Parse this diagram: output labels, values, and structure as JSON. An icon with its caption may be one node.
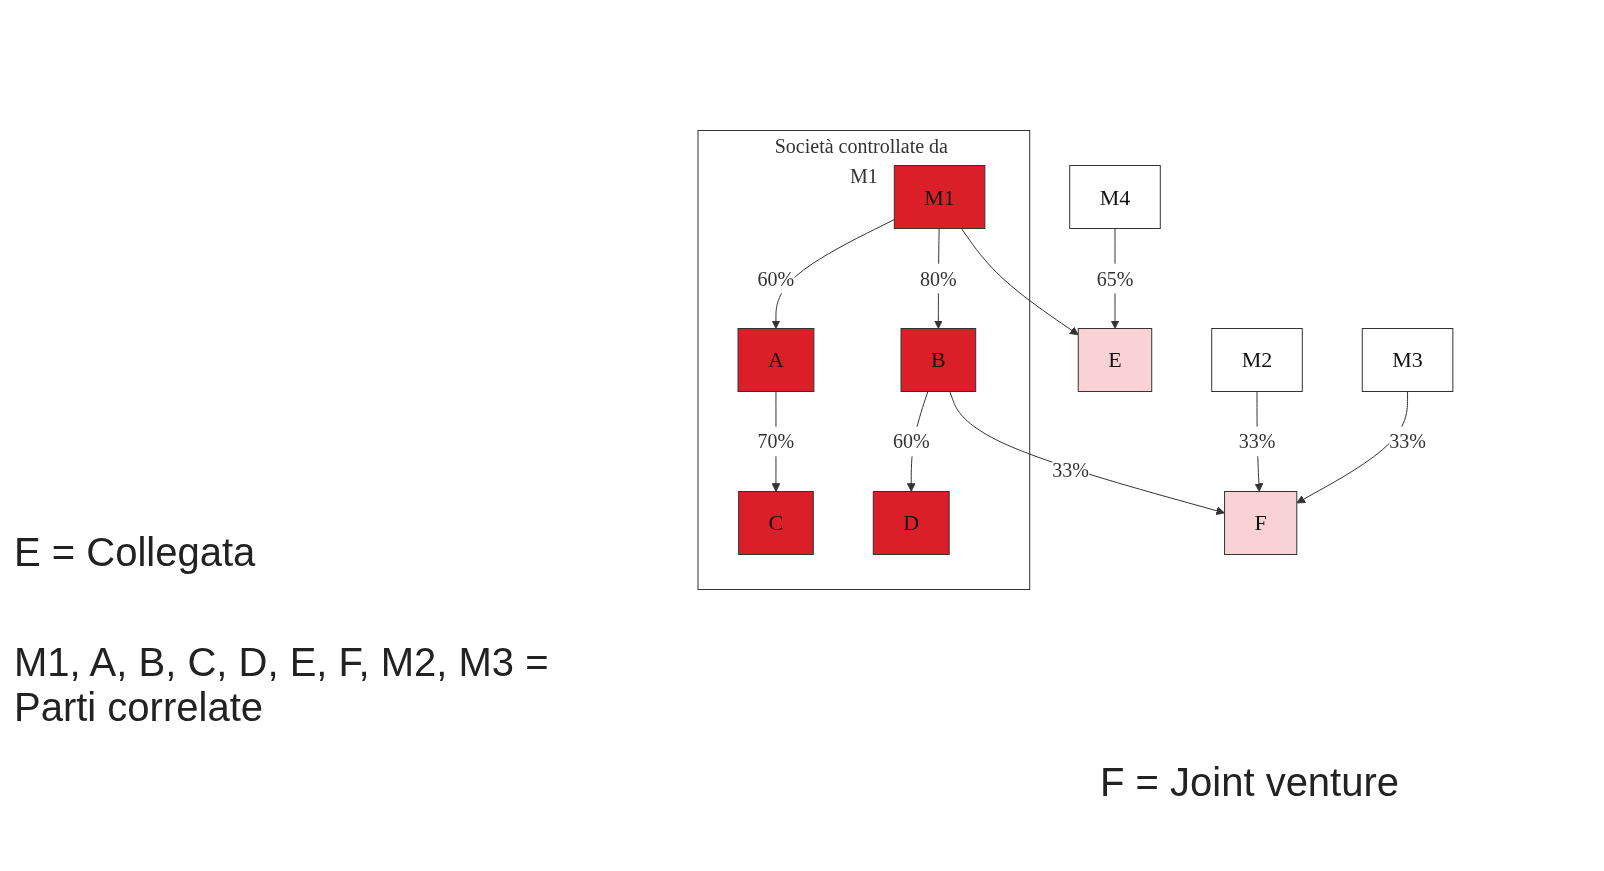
{
  "diagram": {
    "nodes": [
      {
        "text": [
          "Società controllate da M1"
        ]
      },
      {
        "text": [
          "M4"
        ]
      },
      {
        "text": [
          "M1"
        ],
        "in": 0
      },
      {
        "text": [
          "M2"
        ]
      },
      {
        "text": [
          "M3"
        ]
      },
      {
        "text": [
          "E"
        ]
      },
      {
        "text": [
          "A"
        ],
        "in": 0
      },
      {
        "text": [
          "B"
        ],
        "in": 0
      },
      {
        "text": [
          "F"
        ]
      },
      {
        "text": [
          "C"
        ],
        "in": 0
      },
      {
        "text": [
          "D"
        ],
        "in": 0
      }
    ],
    "edges": [
      {
        "from": 1,
        "to": 5,
        "arrow": "to",
        "label": "65%"
      },
      {
        "from": 2,
        "to": 5,
        "arrow": "to"
      },
      {
        "from": 2,
        "to": 6,
        "arrow": "to",
        "label": "60%"
      },
      {
        "from": 2,
        "to": 7,
        "arrow": "to",
        "label": "80%"
      },
      {
        "from": 3,
        "to": 8,
        "arrow": "to",
        "label": "33%"
      },
      {
        "from": 4,
        "to": 8,
        "arrow": "to",
        "label": "33%"
      },
      {
        "from": 7,
        "to": 8,
        "arrow": "to",
        "label": "33%"
      },
      {
        "from": 6,
        "to": 9,
        "arrow": "to",
        "label": "70%"
      },
      {
        "from": 7,
        "to": 10,
        "arrow": "to",
        "label": "60%"
      }
    ],
    "labels": [
      "E = Collegata",
      "M1, A, B, C, D, E, F, M2, M3 = Parti correlate",
      "F = Joint venture"
    ]
  }
}
